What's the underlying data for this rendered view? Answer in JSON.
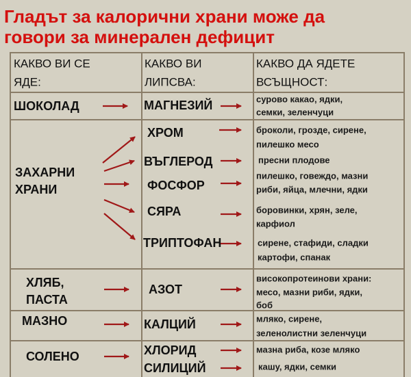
{
  "title": {
    "line1": "Гладът за калорични храни може да",
    "line2": "говори за минерален дефицит"
  },
  "headers": {
    "col1": {
      "line1": "КАКВО ВИ СЕ",
      "line2": "ЯДЕ:"
    },
    "col2": {
      "line1": "КАКВО ВИ",
      "line2": "ЛИПСВА:"
    },
    "col3": {
      "line1": "КАКВО ДА ЯДЕТЕ",
      "line2": "ВСЪЩНОСТ:"
    }
  },
  "rows": {
    "chocolate": {
      "craving": "ШОКОЛАД",
      "deficit": "МАГНЕЗИЙ",
      "eat": [
        "сурово какао, ядки,",
        "семки, зеленчуци"
      ]
    },
    "sugar": {
      "craving": [
        "ЗАХАРНИ",
        "ХРАНИ"
      ],
      "items": [
        {
          "deficit": "ХРОМ",
          "eat": [
            "броколи, грозде, сирене,",
            "пилешко месо"
          ]
        },
        {
          "deficit": "ВЪГЛЕРОД",
          "eat": [
            "пресни плодове"
          ]
        },
        {
          "deficit": "ФОСФОР",
          "eat": [
            "пилешко, говеждо, мазни",
            "риби, яйца, млечни, ядки"
          ]
        },
        {
          "deficit": "СЯРА",
          "eat": [
            "боровинки, хрян, зеле,",
            "карфиол"
          ]
        },
        {
          "deficit": "ТРИПТОФАН",
          "eat": [
            "сирене, стафиди, сладки",
            "картофи, спанак"
          ]
        }
      ]
    },
    "bread": {
      "craving": [
        "ХЛЯБ,",
        "ПАСТА"
      ],
      "deficit": "АЗОТ",
      "eat": [
        "високопротеинови храни:",
        "месо, мазни риби, ядки,",
        "боб"
      ]
    },
    "fat": {
      "craving": "МАЗНО",
      "deficit": "КАЛЦИЙ",
      "eat": [
        "мляко, сирене,",
        "зеленолистни зеленчуци"
      ]
    },
    "salt": {
      "craving": "СОЛЕНО",
      "items": [
        {
          "deficit": "ХЛОРИД",
          "eat": "мазна риба, козе мляко"
        },
        {
          "deficit": "СИЛИЦИЙ",
          "eat": "кашу, ядки, семки"
        }
      ]
    }
  },
  "colors": {
    "title": "#d4100e",
    "arrow": "#a01818",
    "background": "#d5d1c3",
    "grid": "#8a7d68"
  }
}
